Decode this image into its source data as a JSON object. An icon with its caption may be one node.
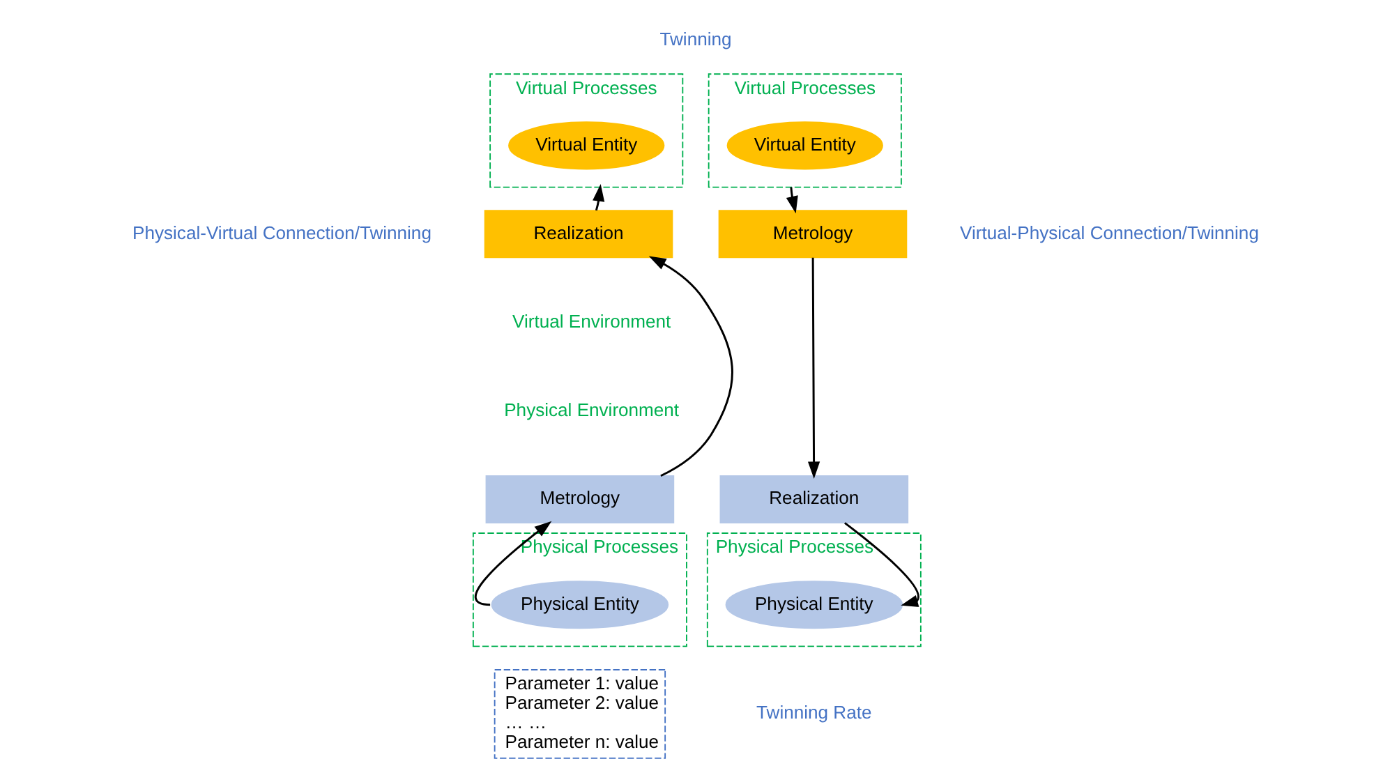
{
  "diagram": {
    "nodes": [
      {
        "text": [
          "Virtual Processes"
        ]
      },
      {
        "text": [
          "Virtual Entity"
        ],
        "in": 0
      },
      {
        "text": [
          "Virtual Processes"
        ]
      },
      {
        "text": [
          "Virtual Entity"
        ],
        "in": 2
      },
      {
        "text": [
          "Realization"
        ]
      },
      {
        "text": [
          "Metrology"
        ]
      },
      {
        "text": [
          "Metrology"
        ]
      },
      {
        "text": [
          "Realization"
        ]
      },
      {
        "text": [
          "Physical Processes"
        ]
      },
      {
        "text": [
          "Physical Entity"
        ],
        "in": 8
      },
      {
        "text": [
          "Physical Processes"
        ]
      },
      {
        "text": [
          "Physical Entity"
        ],
        "in": 10
      },
      {
        "text": [
          "Parameter 1: value",
          "Parameter 2: value",
          "… …",
          "Parameter n: value"
        ]
      }
    ],
    "edges": [
      {
        "from": 4,
        "to": 0,
        "arrow": "to"
      },
      {
        "from": 2,
        "to": 5,
        "arrow": "to"
      },
      {
        "from": 5,
        "to": 7,
        "arrow": "to"
      },
      {
        "from": 7,
        "to": 11,
        "arrow": "to"
      },
      {
        "from": 9,
        "to": 6,
        "arrow": "to"
      },
      {
        "from": 6,
        "to": 4,
        "arrow": "to"
      }
    ],
    "labels": [
      "Twinning",
      "Physical-Virtual Connection/Twinning",
      "Virtual Environment",
      "Physical Environment",
      "Virtual-Physical Connection/Twinning",
      "Twinning Rate"
    ]
  }
}
